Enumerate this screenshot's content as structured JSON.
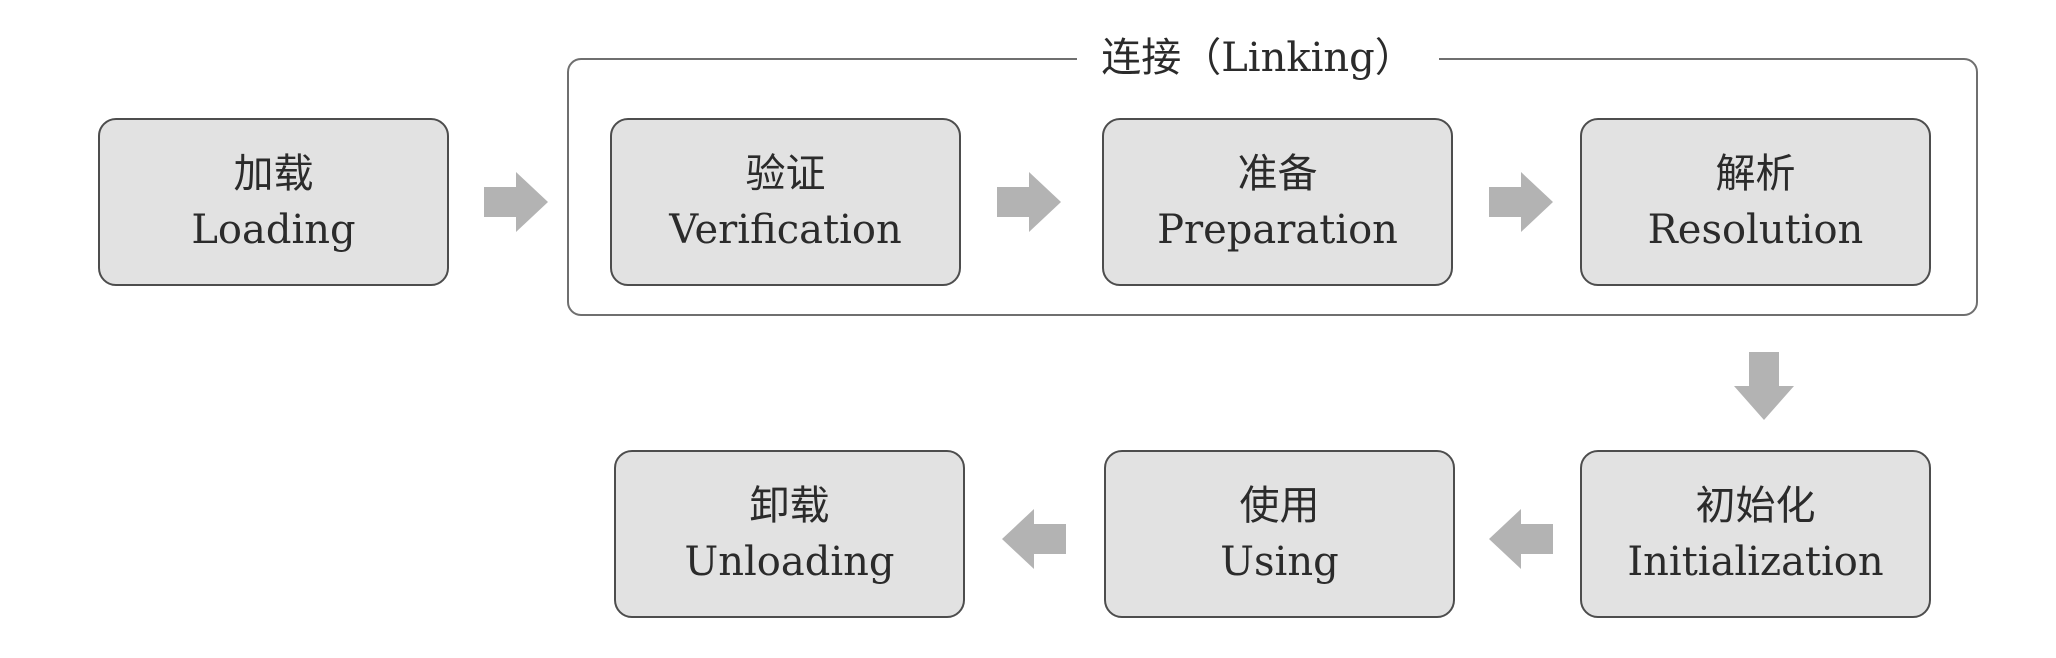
{
  "linking_group": {
    "title": "连接（Linking）"
  },
  "stages": {
    "loading": {
      "zh": "加载",
      "en": "Loading"
    },
    "verification": {
      "zh": "验证",
      "en": "Verification"
    },
    "preparation": {
      "zh": "准备",
      "en": "Preparation"
    },
    "resolution": {
      "zh": "解析",
      "en": "Resolution"
    },
    "initialization": {
      "zh": "初始化",
      "en": "Initialization"
    },
    "using": {
      "zh": "使用",
      "en": "Using"
    },
    "unloading": {
      "zh": "卸载",
      "en": "Unloading"
    }
  },
  "colors": {
    "stage_fill": "#e2e2e2",
    "stage_border": "#4d4d4d",
    "arrow": "#b3b3b3",
    "frame": "#6f6f6f"
  }
}
